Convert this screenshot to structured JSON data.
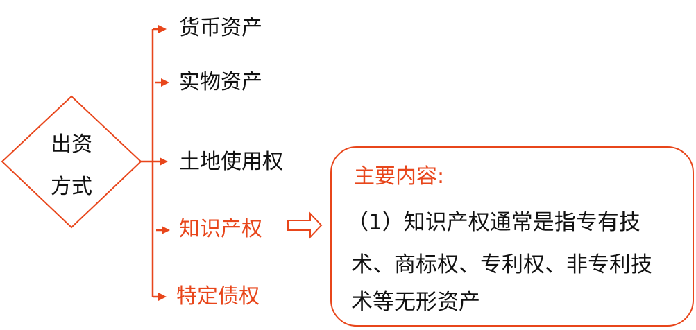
{
  "colors": {
    "accent": "#e8461b",
    "text": "#111111",
    "background": "#ffffff"
  },
  "root": {
    "line1": "出资",
    "line2": "方式",
    "shape": "diamond"
  },
  "branches": [
    {
      "label": "货币资产",
      "highlight": false
    },
    {
      "label": "实物资产",
      "highlight": false
    },
    {
      "label": "土地使用权",
      "highlight": false
    },
    {
      "label": "知识产权",
      "highlight": true
    },
    {
      "label": "特定债权",
      "highlight": true
    }
  ],
  "connector": {
    "icon": "hollow-right-arrow-icon"
  },
  "detail_box": {
    "title": "主要内容:",
    "lines": [
      "（1）知识产权通常是指专有技",
      "术、商标权、专利权、非专利技",
      "术等无形资产"
    ]
  }
}
